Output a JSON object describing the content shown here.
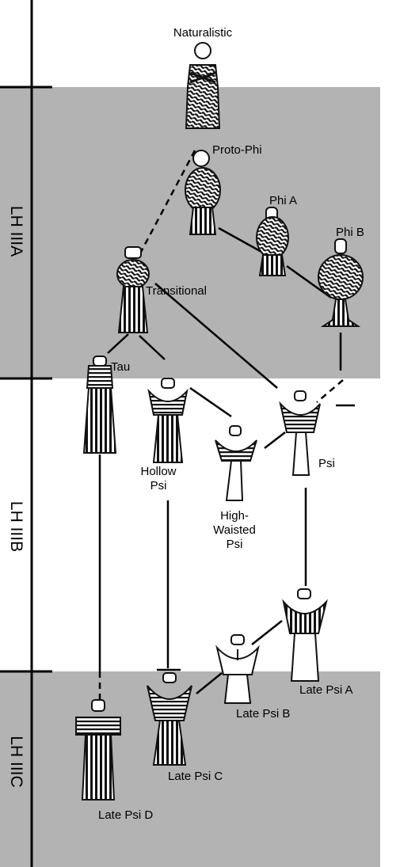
{
  "periods": [
    {
      "label": "LH IIIA",
      "shaded": true
    },
    {
      "label": "LH IIIB",
      "shaded": false
    },
    {
      "label": "LH IIIC",
      "shaded": true
    }
  ],
  "figurines": {
    "naturalistic": "Naturalistic",
    "proto_phi": "Proto-Phi",
    "phi_a": "Phi A",
    "phi_b": "Phi B",
    "transitional": "Transitional",
    "tau": "Tau",
    "hollow_psi": [
      "Hollow",
      "Psi"
    ],
    "high_waisted_psi": [
      "High-",
      "Waisted",
      "Psi"
    ],
    "psi": "Psi",
    "late_psi_a": "Late Psi A",
    "late_psi_b": "Late Psi B",
    "late_psi_c": "Late Psi C",
    "late_psi_d": "Late Psi D"
  },
  "colors": {
    "band": "#b3b3b3",
    "line": "#000000",
    "figure_light": "#ffffff",
    "figure_dark": "#111111"
  }
}
